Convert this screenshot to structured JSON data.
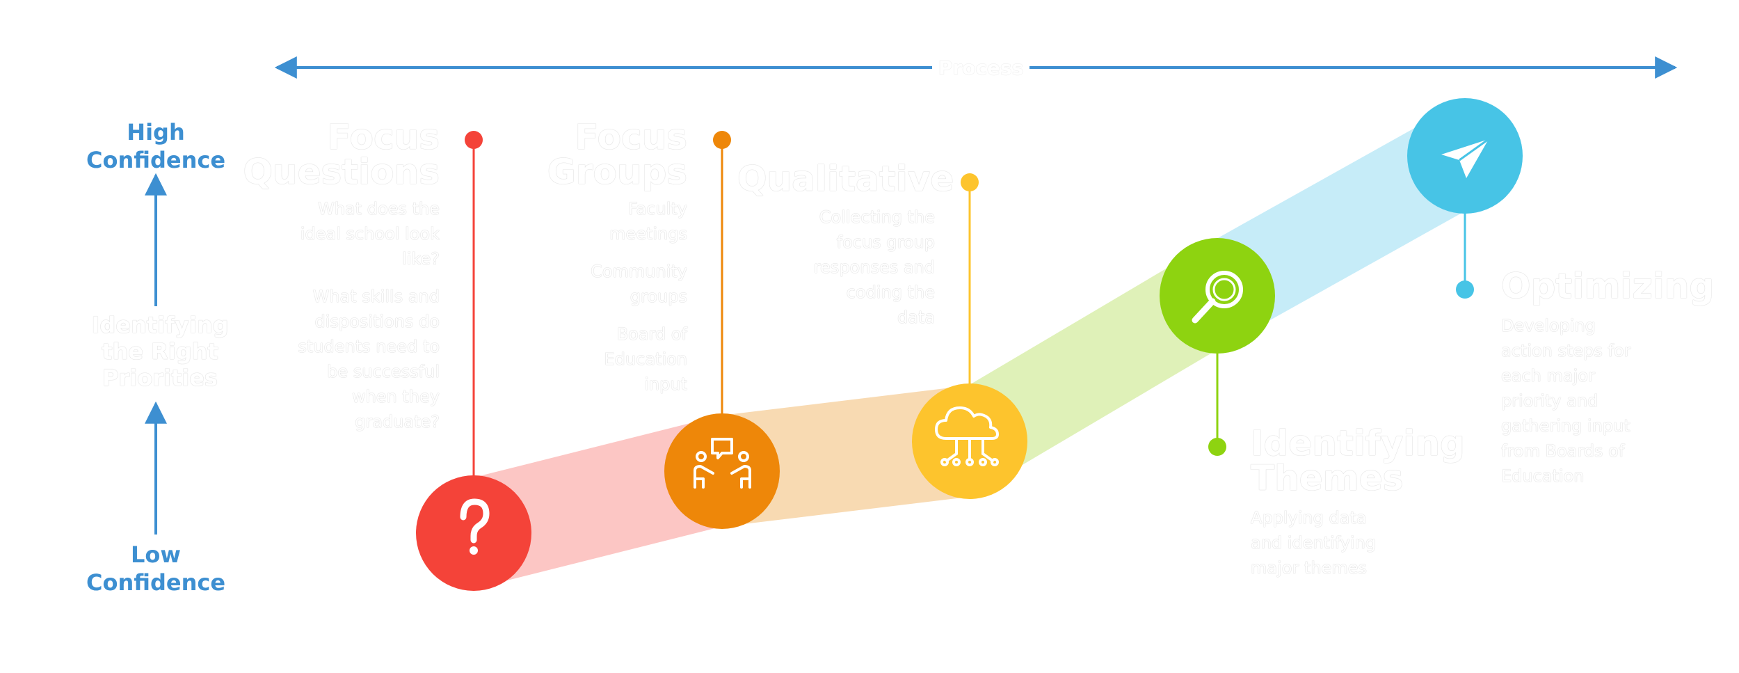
{
  "axis": {
    "process_label": "Process",
    "high": [
      "High",
      "Confidence"
    ],
    "low": [
      "Low",
      "Confidence"
    ],
    "middle": [
      "Identifying",
      "the Right",
      "Priorities"
    ]
  },
  "steps": [
    {
      "title": [
        "Focus",
        "Questions"
      ],
      "items": [
        "What does the ideal school look like?",
        "What skills and dispositions do students need to be successful when they graduate?"
      ],
      "color": "#f44339",
      "icon": "question-mark-icon"
    },
    {
      "title": [
        "Focus",
        "Groups"
      ],
      "items": [
        "Faculty meetings",
        "Community groups",
        "Board of Education input"
      ],
      "color": "#ee8709",
      "icon": "discussion-icon"
    },
    {
      "title": [
        "Qualitative"
      ],
      "items": [
        "Collecting the focus group responses and coding the data"
      ],
      "color": "#fdc42d",
      "icon": "cloud-network-icon"
    },
    {
      "title": [
        "Identifying",
        "Themes"
      ],
      "items": [
        "Applying data and identifying major themes"
      ],
      "color": "#8ed310",
      "icon": "magnifier-icon"
    },
    {
      "title": [
        "Optimizing"
      ],
      "items": [
        "Developing action steps for each major priority and gathering input from Boards of Education"
      ],
      "color": "#47c4e6",
      "icon": "paper-plane-icon"
    }
  ],
  "colors": {
    "axis_blue": "#3d8fd1"
  }
}
